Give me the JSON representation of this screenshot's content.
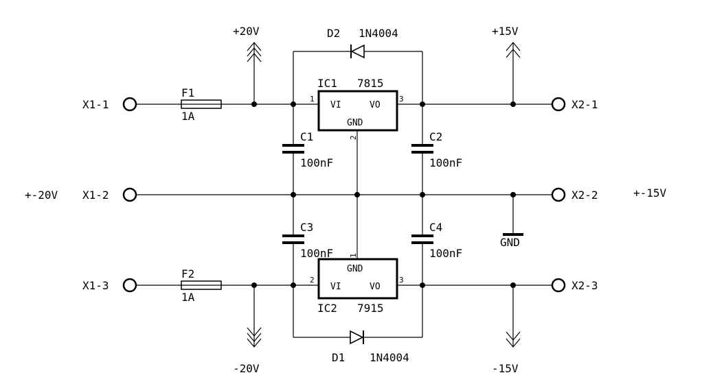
{
  "terminals": {
    "x1_1": "X1-1",
    "x1_2": "X1-2",
    "x1_3": "X1-3",
    "x2_1": "X2-1",
    "x2_2": "X2-2",
    "x2_3": "X2-3"
  },
  "side_labels": {
    "input": "+-20V",
    "output": "+-15V"
  },
  "fuses": {
    "f1": {
      "name": "F1",
      "value": "1A"
    },
    "f2": {
      "name": "F2",
      "value": "1A"
    }
  },
  "supply_labels": {
    "pos20": "+20V",
    "neg20": "-20V",
    "pos15": "+15V",
    "neg15": "-15V",
    "gnd": "GND"
  },
  "diodes": {
    "d1": {
      "name": "D1",
      "part": "1N4004"
    },
    "d2": {
      "name": "D2",
      "part": "1N4004"
    }
  },
  "regulators": {
    "ic1": {
      "name": "IC1",
      "part": "7815",
      "vi": "VI",
      "vo": "VO",
      "gnd": "GND",
      "pin_in": "1",
      "pin_gnd": "2",
      "pin_out": "3"
    },
    "ic2": {
      "name": "IC2",
      "part": "7915",
      "vi": "VI",
      "vo": "VO",
      "gnd": "GND",
      "pin_in": "2",
      "pin_gnd": "1",
      "pin_out": "3"
    }
  },
  "capacitors": {
    "c1": {
      "name": "C1",
      "value": "100nF"
    },
    "c2": {
      "name": "C2",
      "value": "100nF"
    },
    "c3": {
      "name": "C3",
      "value": "100nF"
    },
    "c4": {
      "name": "C4",
      "value": "100nF"
    }
  }
}
